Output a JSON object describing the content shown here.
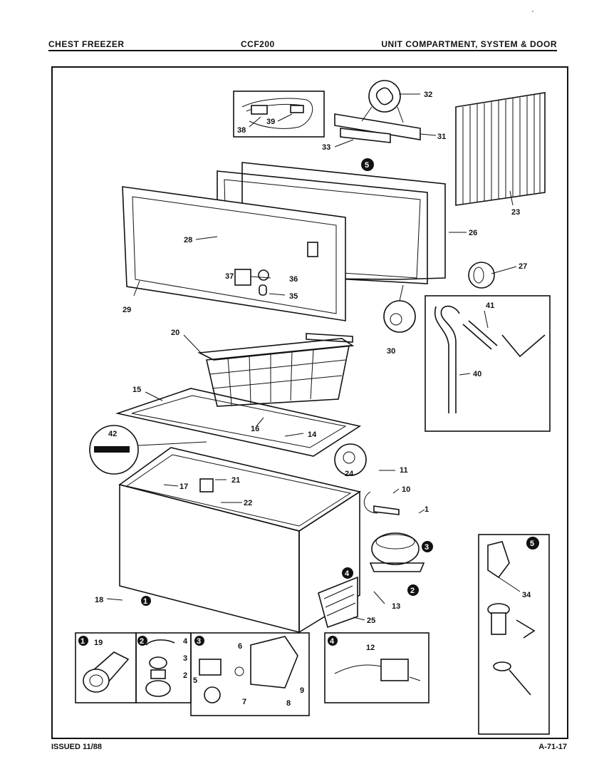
{
  "header": {
    "left": "CHEST FREEZER",
    "model": "CCF200",
    "section": "UNIT COMPARTMENT, SYSTEM & DOOR"
  },
  "footer": {
    "issued": "ISSUED 11/88",
    "code": "A-71-17"
  },
  "callouts": [
    "1",
    "2",
    "3",
    "4",
    "5",
    "6",
    "7",
    "8",
    "9",
    "10",
    "11",
    "12",
    "13",
    "14",
    "15",
    "16",
    "17",
    "18",
    "19",
    "20",
    "21",
    "22",
    "23",
    "24",
    "25",
    "26",
    "27",
    "28",
    "29",
    "30",
    "31",
    "32",
    "33",
    "34",
    "35",
    "36",
    "37",
    "38",
    "39",
    "40",
    "41",
    "42"
  ],
  "circled_refs": [
    "1",
    "2",
    "3",
    "4",
    "5"
  ]
}
